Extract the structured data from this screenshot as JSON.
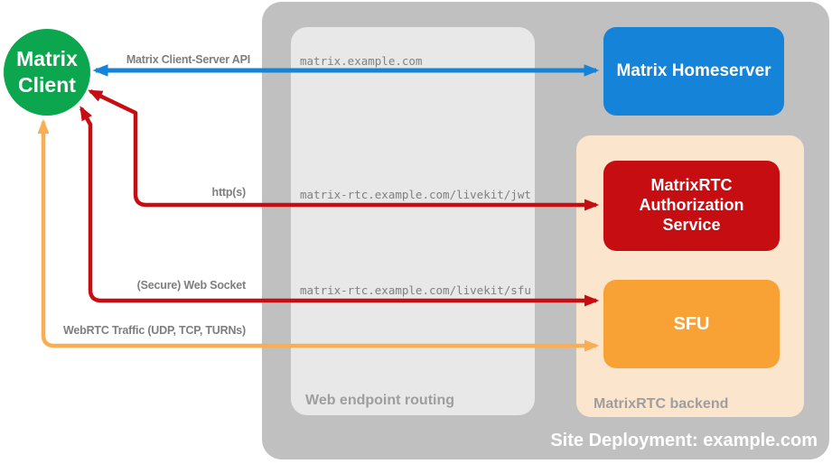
{
  "diagram": {
    "type": "architecture",
    "background": "#ffffff"
  },
  "nodes": {
    "client": {
      "label": "Matrix Client",
      "color": "#0ca64f",
      "shape": "circle"
    },
    "homeserver": {
      "label": "Matrix Homeserver",
      "color": "#1583d7",
      "shape": "rounded-rect"
    },
    "auth_service": {
      "label": "MatrixRTC Authorization Service",
      "color": "#c60d11",
      "shape": "rounded-rect"
    },
    "sfu": {
      "label": "SFU",
      "color": "#f8a236",
      "shape": "rounded-rect"
    }
  },
  "containers": {
    "site_deployment": {
      "label": "Site Deployment: example.com",
      "color": "#c0c0c0"
    },
    "web_endpoint_routing": {
      "label": "Web endpoint routing",
      "color": "#e8e8e8"
    },
    "matrixrtc_backend": {
      "label": "MatrixRTC backend",
      "color": "#fce5cd"
    }
  },
  "connections": [
    {
      "from": "Matrix Client",
      "to": "Matrix Homeserver",
      "label": "Matrix Client-Server API",
      "route": "matrix.example.com",
      "color": "#1583d7",
      "direction": "bidirectional"
    },
    {
      "from": "Matrix Client",
      "to": "MatrixRTC Authorization Service",
      "label": "http(s)",
      "route": "matrix-rtc.example.com/livekit/jwt",
      "color": "#c60d11",
      "direction": "bidirectional"
    },
    {
      "from": "Matrix Client",
      "to": "SFU",
      "label": "(Secure) Web Socket",
      "route": "matrix-rtc.example.com/livekit/sfu",
      "color": "#c60d11",
      "direction": "bidirectional"
    },
    {
      "from": "Matrix Client",
      "to": "SFU",
      "label": "WebRTC Traffic (UDP, TCP, TURNs)",
      "color": "#f9ad55",
      "direction": "bidirectional"
    }
  ]
}
